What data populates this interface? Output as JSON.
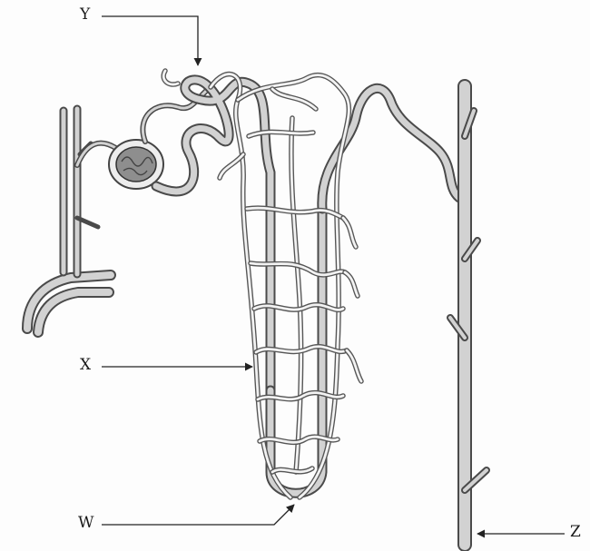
{
  "labels": {
    "w": "W",
    "x": "X",
    "y": "Y",
    "z": "Z"
  },
  "colors": {
    "tube_fill": "#d2d2d2",
    "outline": "#4a4a4a",
    "glomerulus": "#8e8e8e"
  }
}
